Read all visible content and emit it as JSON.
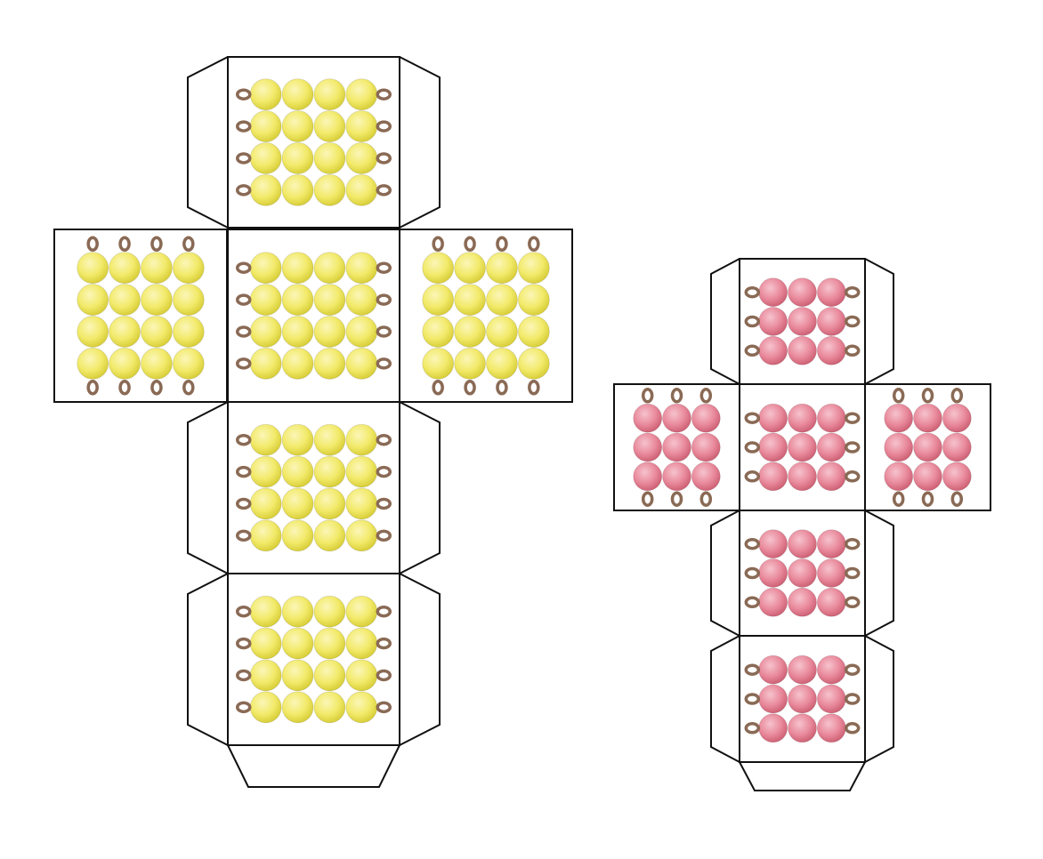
{
  "colors": {
    "background": "#ffffff",
    "outline": "#111111",
    "bead_yellow": "#f2ea6a",
    "bead_yellow_light": "#fbf6b8",
    "bead_yellow_dark": "#d9cf3a",
    "bead_pink": "#e98a9c",
    "bead_pink_light": "#f6c3cd",
    "bead_pink_dark": "#cf6276",
    "loop": "#8a6a55"
  },
  "nets": [
    {
      "name": "cube-net-four",
      "color_key": "yellow",
      "bead_count_per_side": 4,
      "faces": [
        {
          "id": "top",
          "rods": "horizontal"
        },
        {
          "id": "left",
          "rods": "vertical"
        },
        {
          "id": "center",
          "rods": "horizontal"
        },
        {
          "id": "right",
          "rods": "vertical"
        },
        {
          "id": "lower",
          "rods": "horizontal"
        },
        {
          "id": "bottom",
          "rods": "horizontal"
        }
      ]
    },
    {
      "name": "cube-net-three",
      "color_key": "pink",
      "bead_count_per_side": 3,
      "faces": [
        {
          "id": "top",
          "rods": "horizontal"
        },
        {
          "id": "left",
          "rods": "vertical"
        },
        {
          "id": "center",
          "rods": "horizontal"
        },
        {
          "id": "right",
          "rods": "vertical"
        },
        {
          "id": "lower",
          "rods": "horizontal"
        },
        {
          "id": "bottom",
          "rods": "horizontal"
        }
      ]
    }
  ]
}
